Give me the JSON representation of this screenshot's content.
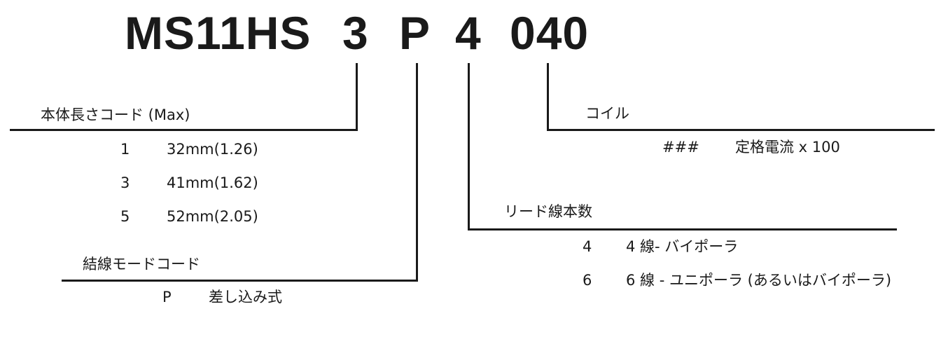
{
  "part_number": {
    "series": "MS11HS",
    "length_code": "3",
    "wiring_mode": "P",
    "lead_count": "4",
    "coil": "040"
  },
  "body_length": {
    "heading": "本体長さコード (Max)",
    "rows": [
      {
        "code": "1",
        "value": "32mm(1.26)"
      },
      {
        "code": "3",
        "value": "41mm(1.62)"
      },
      {
        "code": "5",
        "value": "52mm(2.05)"
      }
    ]
  },
  "wiring_mode": {
    "heading": "結線モードコード",
    "rows": [
      {
        "code": "P",
        "value": "差し込み式"
      }
    ]
  },
  "lead_count": {
    "heading": "リード線本数",
    "rows": [
      {
        "code": "4",
        "value": "4 線- バイポーラ"
      },
      {
        "code": "6",
        "value": "6 線 - ユニポーラ (あるいはバイポーラ)"
      }
    ]
  },
  "coil": {
    "heading": "コイル",
    "rows": [
      {
        "code": "###",
        "value": "定格電流 x 100"
      }
    ]
  }
}
